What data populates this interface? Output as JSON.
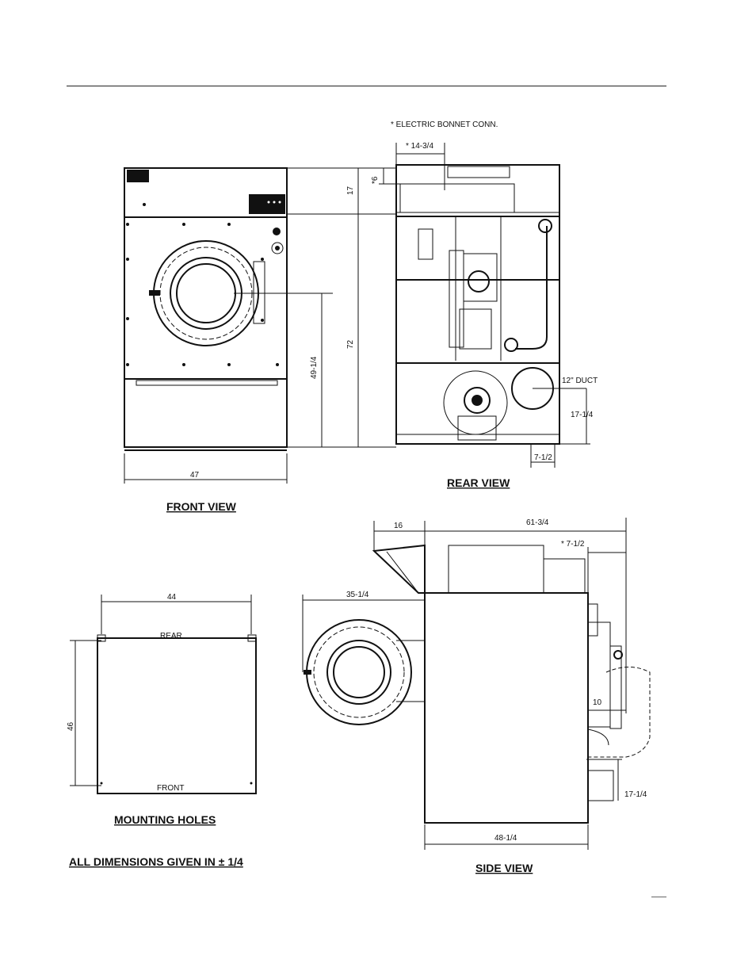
{
  "labels": {
    "electric_bonnet": "* ELECTRIC BONNET CONN.",
    "front_view": "FRONT VIEW",
    "rear_view": "REAR VIEW",
    "side_view": "SIDE VIEW",
    "mounting_holes": "MOUNTING HOLES",
    "all_dimensions": "ALL DIMENSIONS GIVEN IN ± 1/4",
    "duct": "12\" DUCT",
    "rear": "REAR",
    "front": "FRONT"
  },
  "dimensions": {
    "front_width": "47",
    "front_height_49": "49-1/4",
    "total_height": "72",
    "top_section": "17",
    "bonnet_6": "*6",
    "bonnet_14": "* 14-3/4",
    "duct_17": "17-1/4",
    "duct_7": "7-1/2",
    "side_16": "16",
    "side_61": "61-3/4",
    "side_7": "* 7-1/2",
    "side_35": "35-1/4",
    "side_10": "10",
    "side_17": "17-1/4",
    "side_48": "48-1/4",
    "mount_44": "44",
    "mount_46": "46"
  }
}
